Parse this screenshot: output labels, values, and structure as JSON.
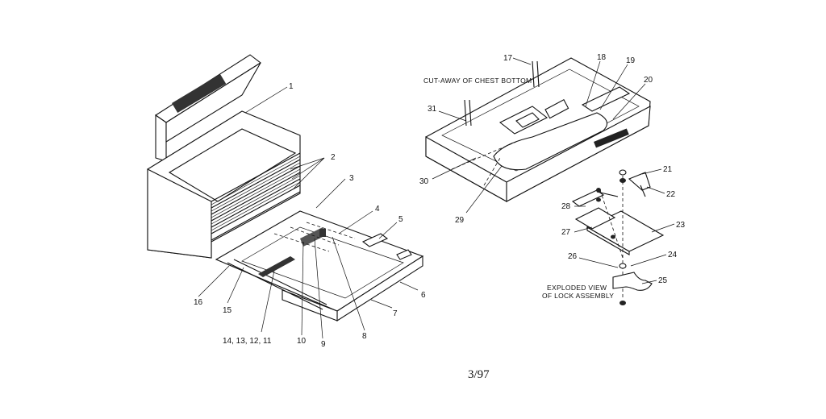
{
  "captions": {
    "cutaway": "CUT-AWAY OF CHEST BOTTOM",
    "exploded_line1": "EXPLODED VIEW",
    "exploded_line2": "OF LOCK ASSEMBLY"
  },
  "page_number": "3/97",
  "callouts": {
    "c1": "1",
    "c2": "2",
    "c3": "3",
    "c4": "4",
    "c5": "5",
    "c6": "6",
    "c7": "7",
    "c8": "8",
    "c9": "9",
    "c10": "10",
    "c11_14": "14, 13, 12, 11",
    "c15": "15",
    "c16": "16",
    "c17": "17",
    "c18": "18",
    "c19": "19",
    "c20": "20",
    "c21": "21",
    "c22": "22",
    "c23": "23",
    "c24": "24",
    "c25": "25",
    "c26": "26",
    "c27": "27",
    "c28": "28",
    "c29": "29",
    "c30": "30",
    "c31": "31"
  }
}
